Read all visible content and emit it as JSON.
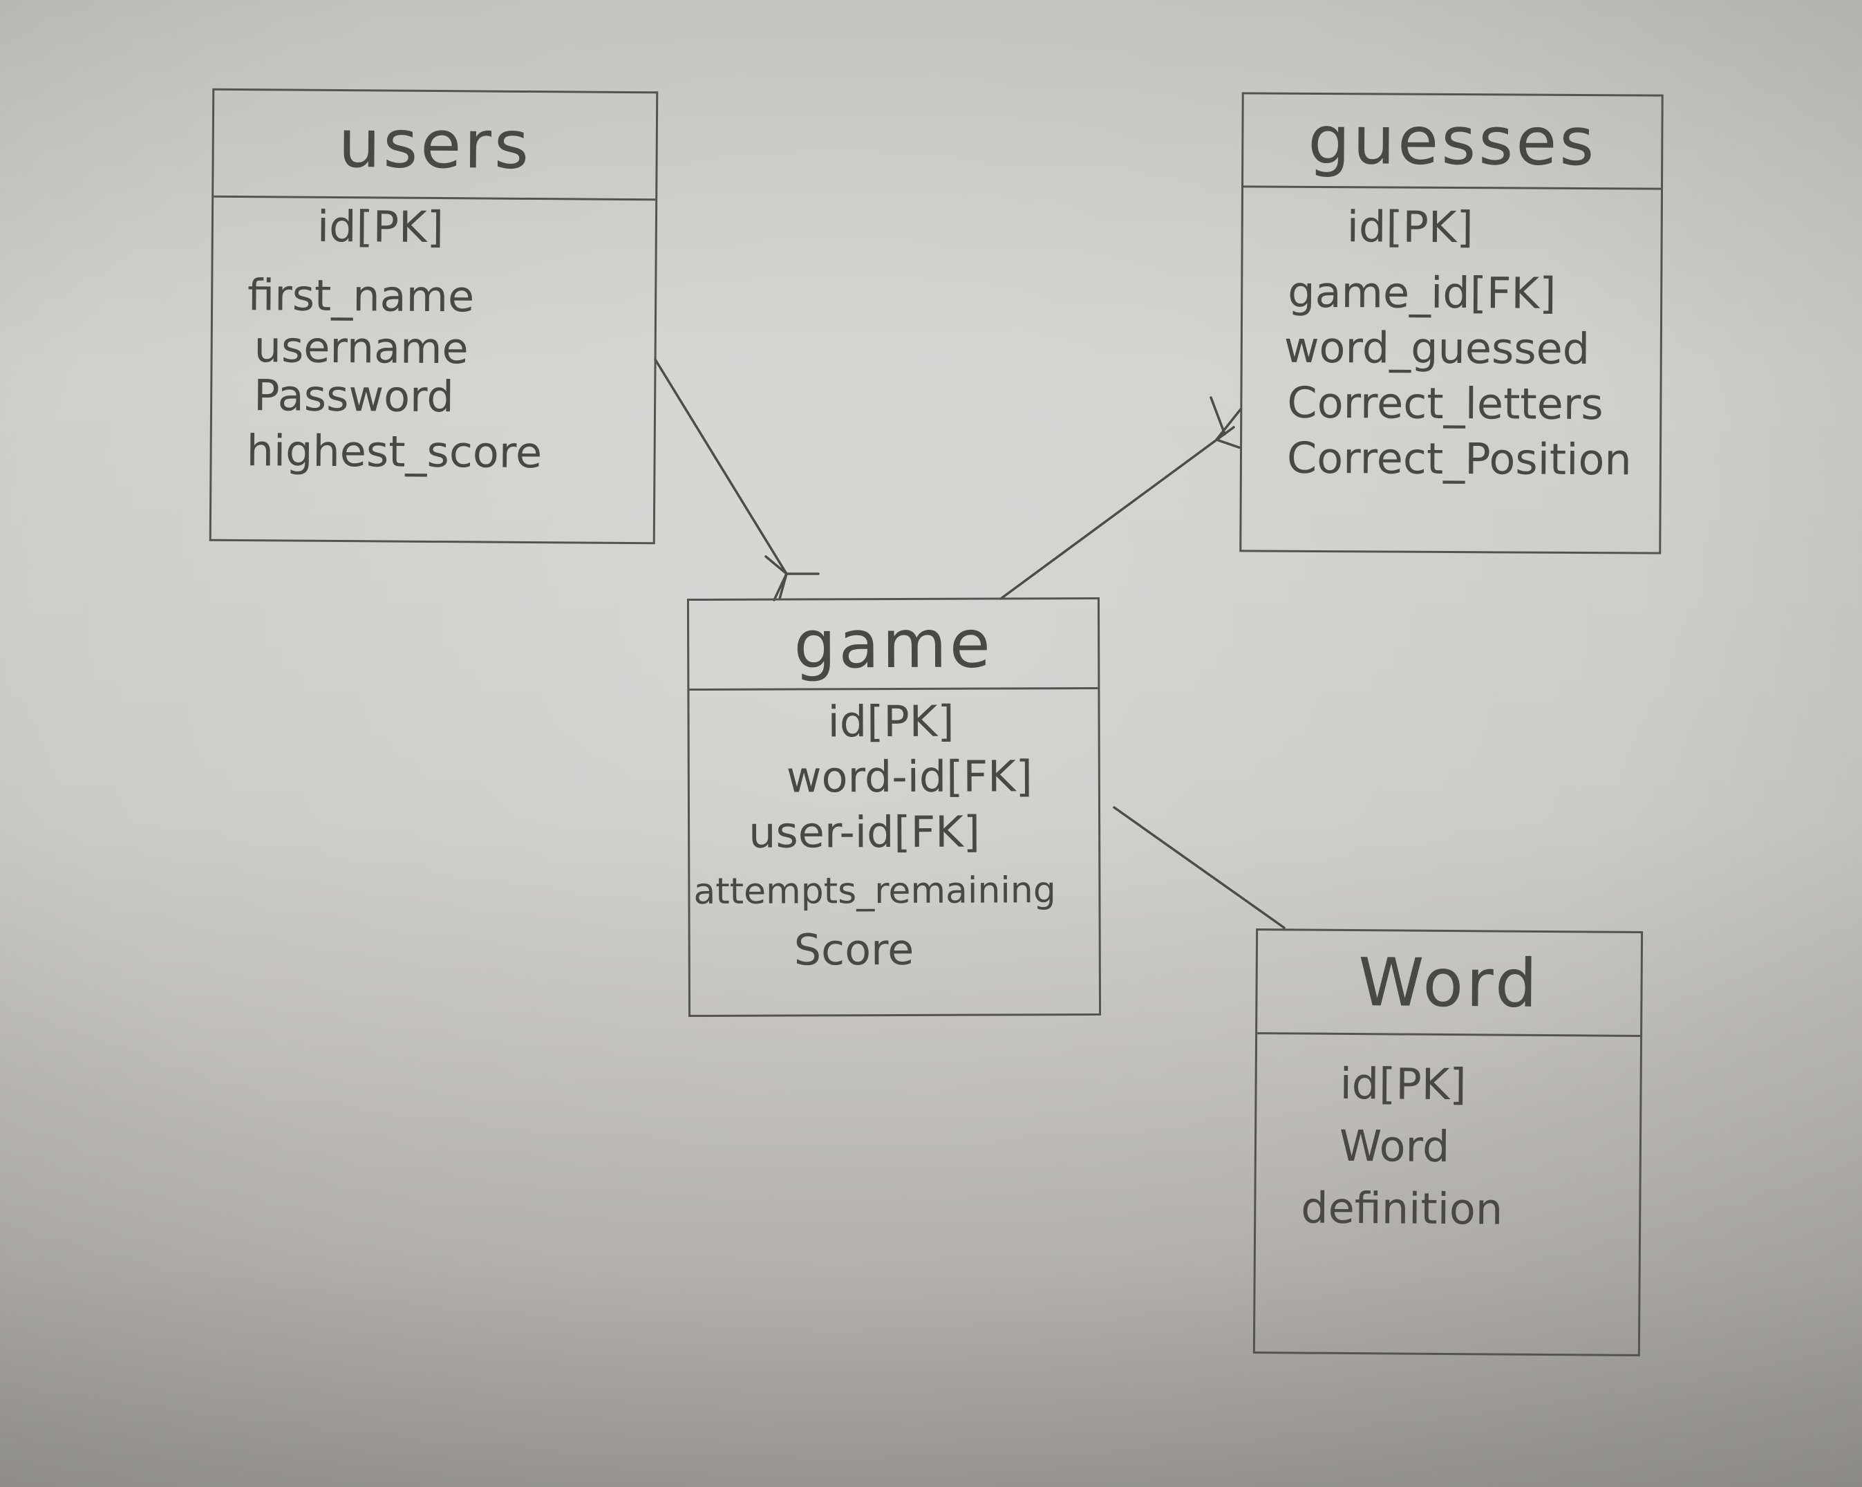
{
  "entities": {
    "users": {
      "title": "users",
      "attributes": [
        "id[PK]",
        "first_name",
        "username",
        "Password",
        "highest_score"
      ]
    },
    "guesses": {
      "title": "guesses",
      "attributes": [
        "id[PK]",
        "game_id[FK]",
        "word_guessed",
        "Correct_letters",
        "Correct_Position"
      ]
    },
    "game": {
      "title": "game",
      "attributes": [
        "id[PK]",
        "word-id[FK]",
        "user-id[FK]",
        "attempts_remaining",
        "Score"
      ]
    },
    "word": {
      "title": "Word",
      "attributes": [
        "id[PK]",
        "Word",
        "definition"
      ]
    }
  },
  "relationships": [
    {
      "from": "users",
      "to": "game",
      "notation": "one-to-many"
    },
    {
      "from": "game",
      "to": "guesses",
      "notation": "one-to-many"
    },
    {
      "from": "game",
      "to": "word",
      "notation": "one-to-one"
    }
  ]
}
